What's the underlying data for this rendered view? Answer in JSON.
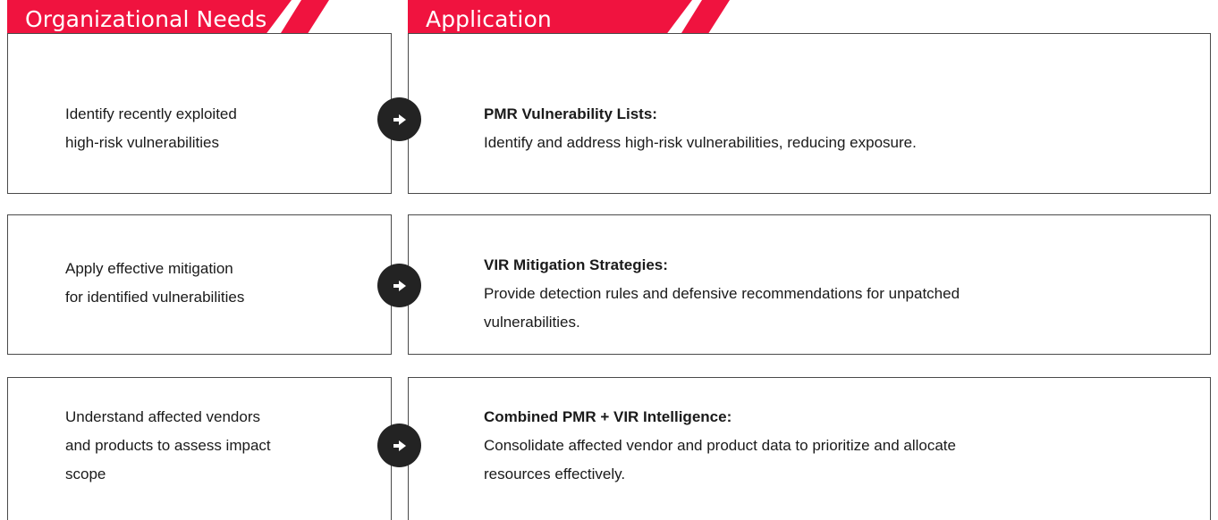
{
  "headers": {
    "needs": "Organizational Needs",
    "application": "Application"
  },
  "rows": [
    {
      "need_lines": [
        "Identify recently exploited",
        "high-risk vulnerabilities"
      ],
      "app_title": "PMR Vulnerability Lists:",
      "app_lines": [
        "Identify and address high-risk vulnerabilities, reducing exposure."
      ]
    },
    {
      "need_lines": [
        "Apply effective mitigation",
        "for identified vulnerabilities"
      ],
      "app_title": "VIR Mitigation Strategies:",
      "app_lines": [
        "Provide detection rules and defensive recommendations for unpatched",
        "vulnerabilities."
      ]
    },
    {
      "need_lines": [
        "Understand affected vendors",
        "and products to assess impact",
        "scope"
      ],
      "app_title": "Combined PMR + VIR Intelligence:",
      "app_lines": [
        "Consolidate affected vendor and product data to prioritize and allocate",
        "resources effectively."
      ]
    }
  ],
  "colors": {
    "accent": "#f0133f",
    "border": "#4a4a4a",
    "arrow_bg": "#232323"
  },
  "icons": {
    "row_arrow": "arrow-right-icon"
  }
}
